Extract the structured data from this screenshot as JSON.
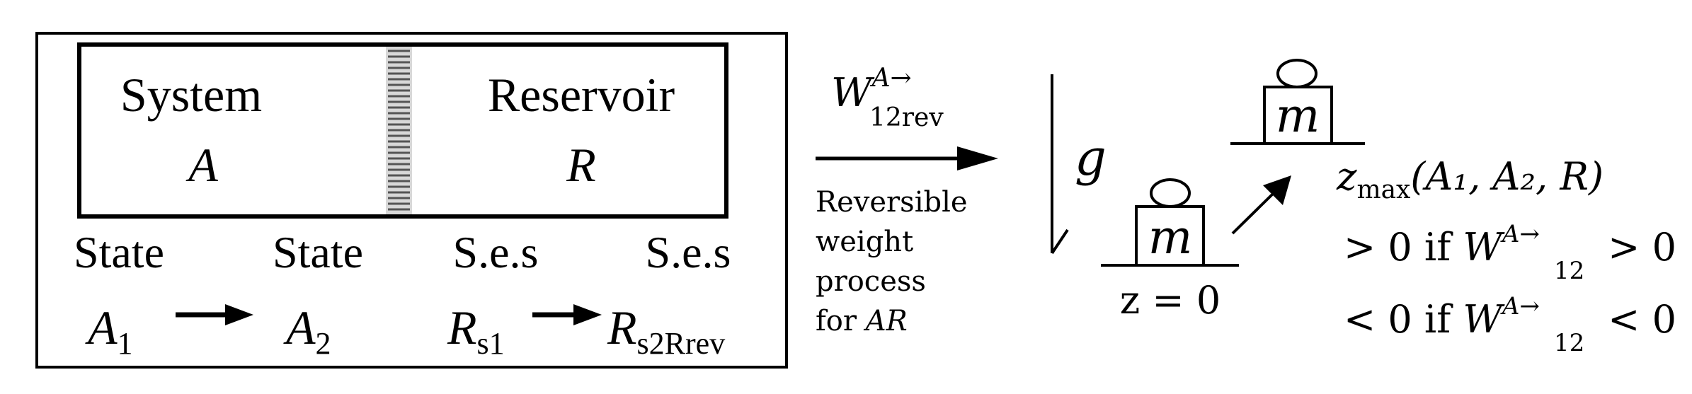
{
  "left_panel": {
    "system_label": "System",
    "system_symbol": "A",
    "reservoir_label": "Reservoir",
    "reservoir_symbol": "R",
    "header_state_1": "State",
    "header_state_2": "State",
    "header_ses_1": "S.e.s",
    "header_ses_2": "S.e.s",
    "state_a1_base": "A",
    "state_a1_sub": "1",
    "state_a2_base": "A",
    "state_a2_sub": "2",
    "state_r1_base": "R",
    "state_r1_sub": "s1",
    "state_r2_base": "R",
    "state_r2_sub": "s2Rrev"
  },
  "process": {
    "work_base": "W",
    "work_sup": "A→",
    "work_sub": "12rev",
    "caption_line1": "Reversible",
    "caption_line2": "weight",
    "caption_line3": "process",
    "caption_line4_prefix": "for ",
    "caption_line4_var": "AR"
  },
  "weight_diagram": {
    "gravity_symbol": "g",
    "mass_lower": "m",
    "mass_upper": "m",
    "zero_level_label": "z = 0",
    "zmax_base": "z",
    "zmax_sub": "max",
    "zmax_args": "(A₁, A₂, R)",
    "cond1_prefix": "> 0 if ",
    "cond1_base": "W",
    "cond1_sup": "A→",
    "cond1_sub": "12",
    "cond1_suffix": " > 0",
    "cond2_prefix": "< 0 if ",
    "cond2_base": "W",
    "cond2_sup": "A→",
    "cond2_sub": "12",
    "cond2_suffix": " < 0"
  }
}
